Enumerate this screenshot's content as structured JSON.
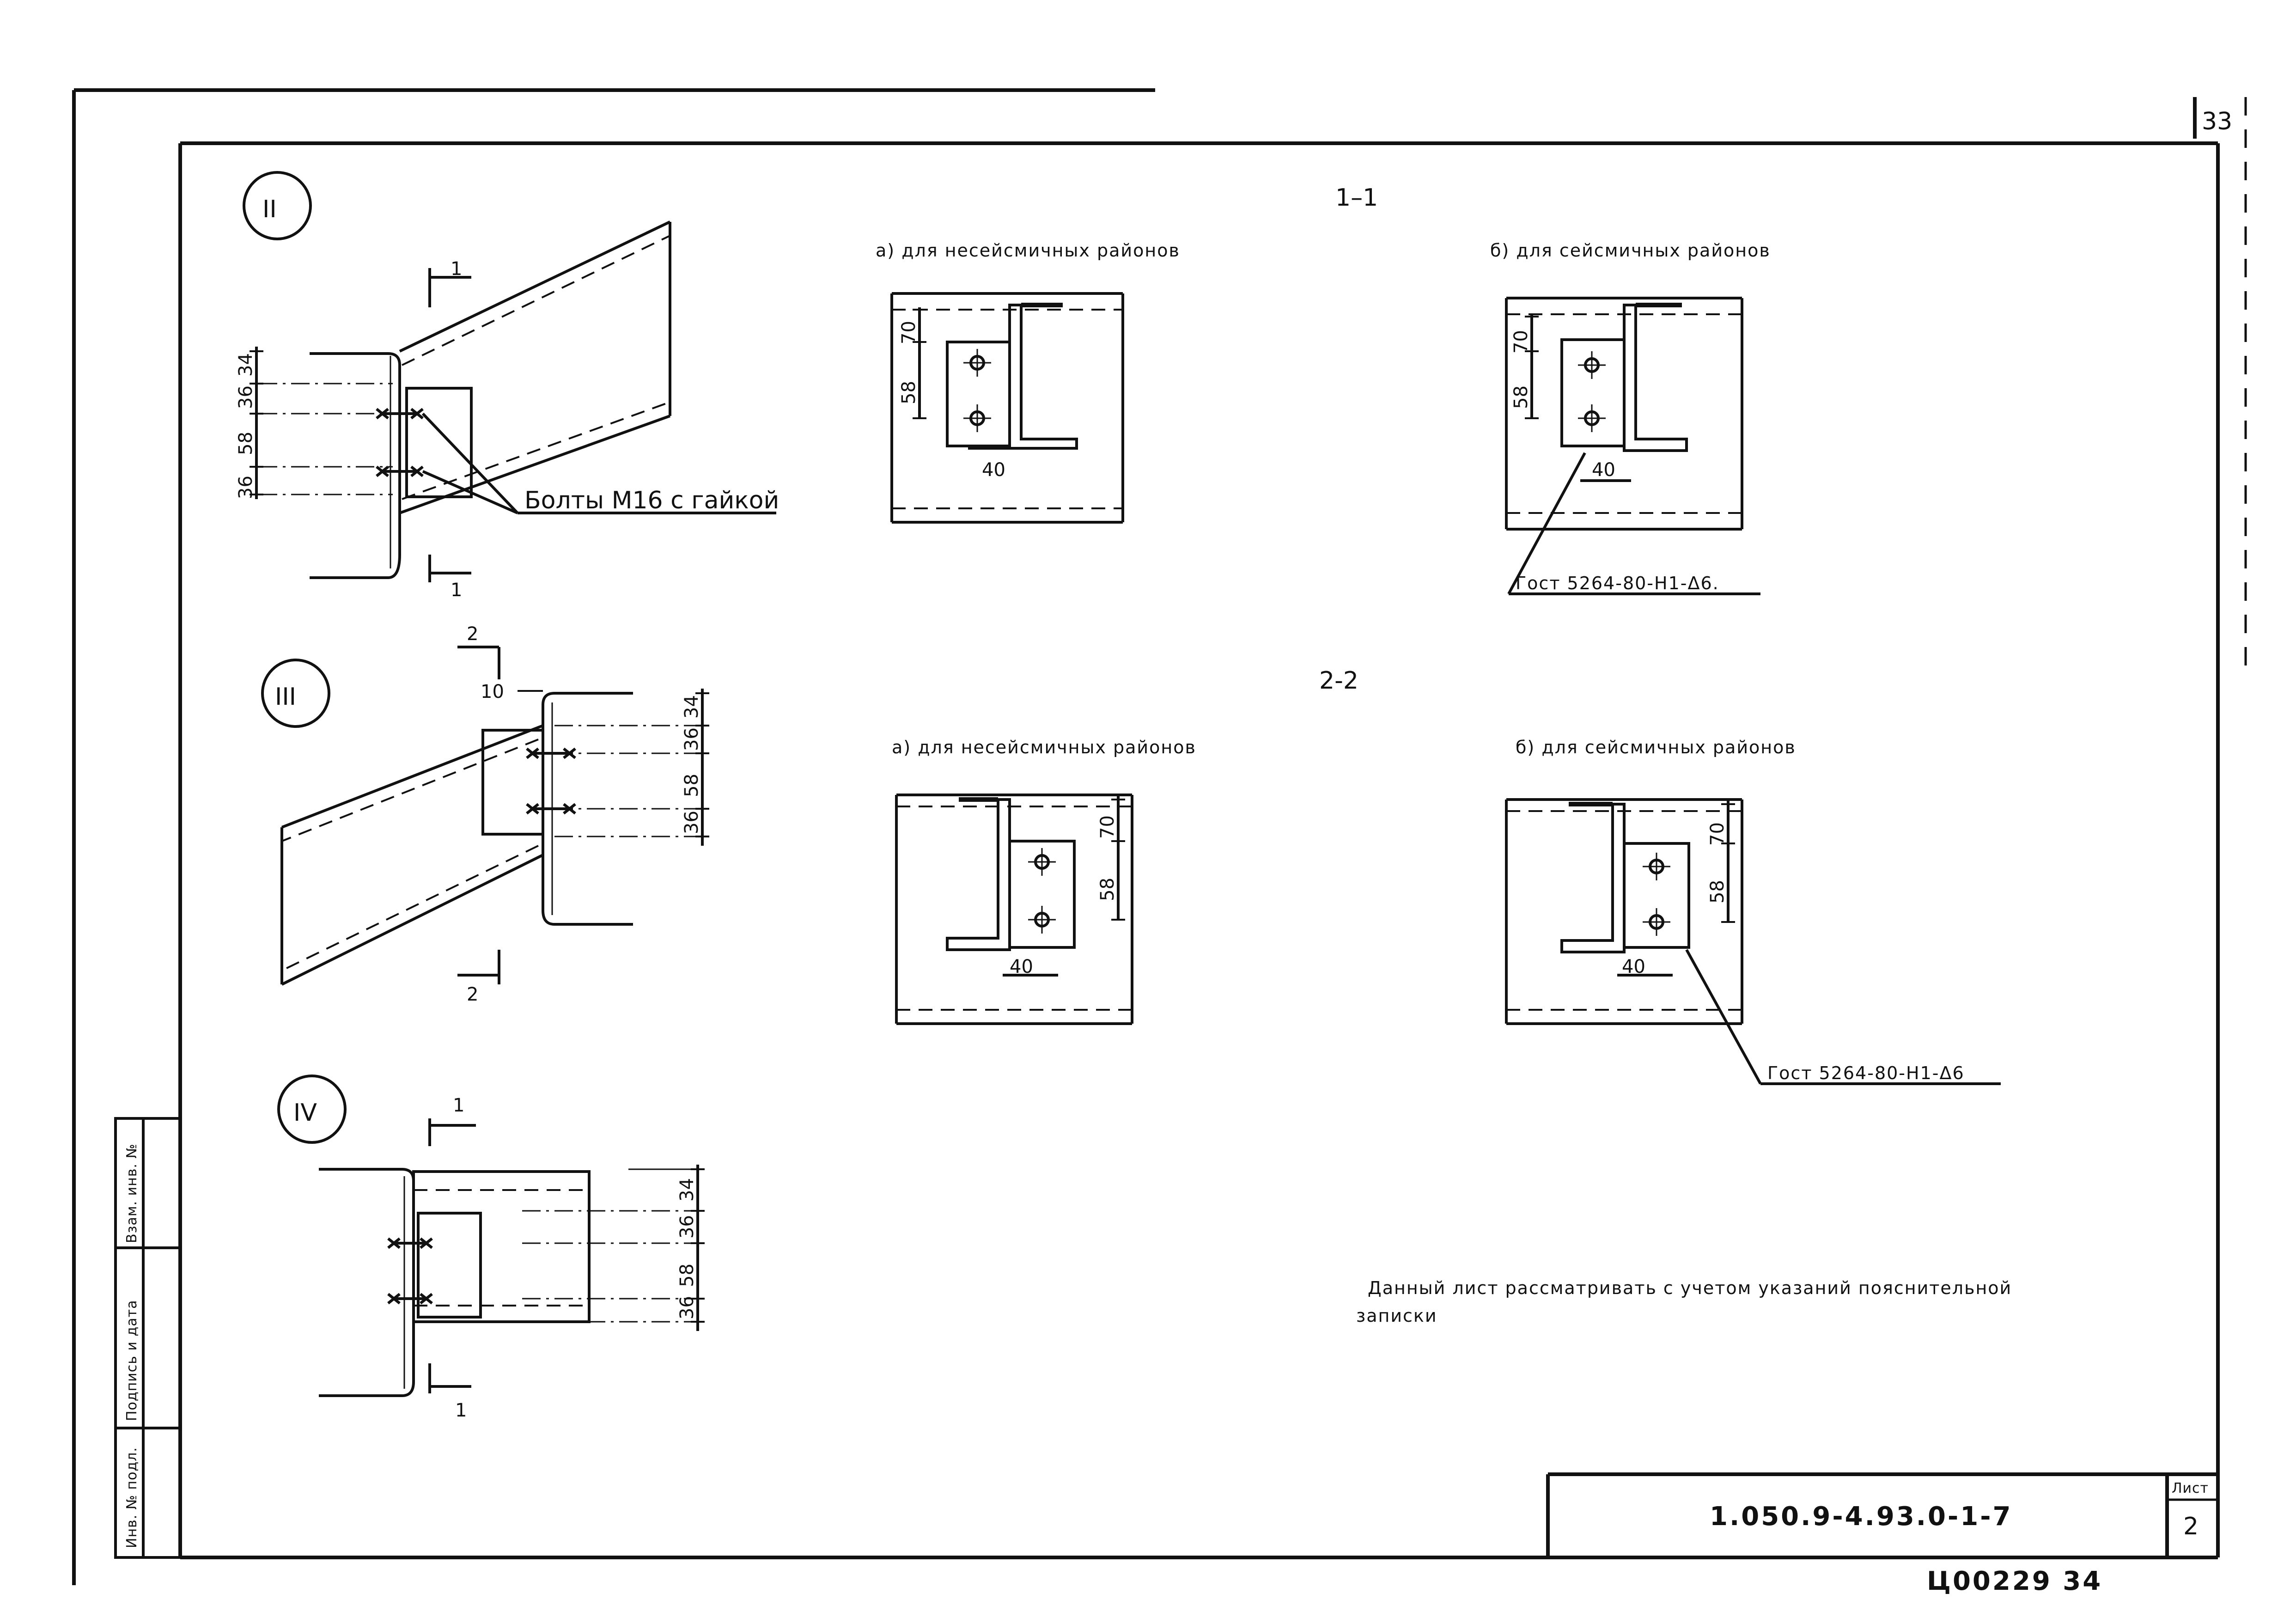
{
  "sheet_number": "33",
  "callouts": {
    "node2": "II",
    "node3": "III",
    "node4": "IV"
  },
  "section_1_1": {
    "title": "1–1",
    "left_caption": "а) для несейсмичных районов",
    "right_caption": "б) для сейсмичных районов",
    "weld_note": "Гост 5264-80-Н1-Δ6."
  },
  "section_2_2": {
    "title": "2-2",
    "left_caption": "а) для несейсмичных районов",
    "right_caption": "б) для сейсмичных районов",
    "weld_note": "Гост 5264-80-Н1-Δ6"
  },
  "bolts_label": "Болты М16 с гайкой",
  "cut_marks": {
    "one": "1",
    "two": "2"
  },
  "dims": {
    "d34": "34",
    "d36": "36",
    "d58": "58",
    "d70": "70",
    "d40": "40",
    "d10": "10"
  },
  "note": {
    "line1": "Данный лист рассматривать с учетом указаний пояснительной",
    "line2": "записки"
  },
  "title_block": {
    "code": "1.050.9-4.93.0-1-7",
    "list_label": "Лист",
    "list_number": "2"
  },
  "stamp": "Ц00229 34",
  "side_columns": {
    "inv_podl": "Инв. № подл.",
    "podpis_data": "Подпись и дата",
    "vzam_inv": "Взам. инв. №"
  }
}
